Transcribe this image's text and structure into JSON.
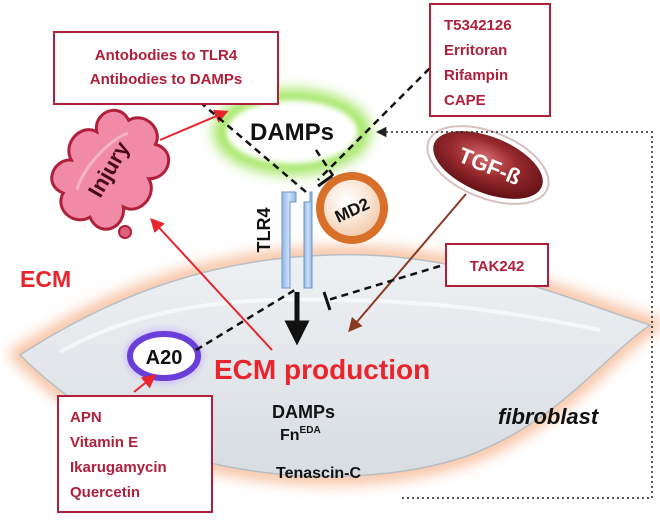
{
  "boxes": {
    "antibodies": {
      "lines": [
        "Antobodies to TLR4",
        "Antibodies to DAMPs"
      ]
    },
    "inhibitors_top": {
      "lines": [
        "T5342126",
        "Erritoran",
        "Rifampin",
        "CAPE"
      ]
    },
    "tak": {
      "lines": [
        "TAK242"
      ]
    },
    "a20_inducers": {
      "lines": [
        "APN",
        "Vitamin E",
        "Ikarugamycin",
        "Quercetin"
      ]
    }
  },
  "labels": {
    "damps": "DAMPs",
    "injury": "Injury",
    "tgf": "TGF-ß",
    "md2": "MD2",
    "tlr4": "TLR4",
    "ecm": "ECM",
    "a20": "A20",
    "ecm_production": "ECM production",
    "damps_inner": "DAMPs",
    "fn": "Fn",
    "fn_sup": "EDA",
    "tenascin": "Tenascin-C",
    "fibroblast": "fibroblast"
  },
  "colors": {
    "box_border": "#b0203a",
    "box_text": "#b0203a",
    "red_accent": "#e8242c",
    "injury_fill": "#f08aa6",
    "injury_stroke": "#b0203a",
    "damps_glow": "#8fe040",
    "md2_fill": "#d9702a",
    "tgf_fill": "#7a1a1e",
    "a20_ring": "#6a3ed8",
    "tlr4_fill": "#a8c8f0",
    "cell_fill": "#e4e8ec",
    "cell_glow": "#f5b08a"
  }
}
